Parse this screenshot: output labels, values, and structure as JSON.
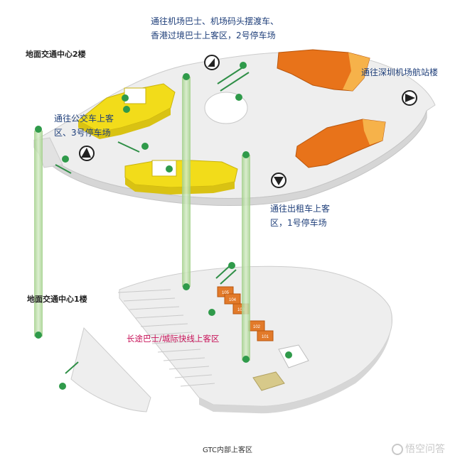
{
  "floors": {
    "upper": "地面交通中心2楼",
    "lower": "地面交通中心1楼"
  },
  "labels": {
    "airport_bus_line1": "通往机场巴士、机场码头摆渡车、",
    "airport_bus_line2": "香港过境巴士上客区，2号停车场",
    "terminal": "通往深圳机场航站楼",
    "bus_line1": "通往公交车上客",
    "bus_line2": "区、3号停车场",
    "taxi_line1": "通往出租车上客",
    "taxi_line2": "区，1号停车场",
    "long_distance": "长途巴士/城际快线上客区"
  },
  "gate_numbers": [
    "105",
    "104",
    "103",
    "102",
    "101"
  ],
  "caption": "GTC内部上客区",
  "watermark": "悟空问答",
  "icons": [
    "elevator-icon",
    "escalator-icon",
    "restroom-icon",
    "direction-arrow-icon"
  ],
  "colors": {
    "floor": "#ebebeb",
    "yellow_zone": "#f2dc1a",
    "orange_zone": "#e8731a",
    "elevator_shaft": "#b9dca0",
    "gate_orange": "#e27a2a",
    "label_blue": "#1f3f7a",
    "highlight_red": "#c8145a"
  }
}
